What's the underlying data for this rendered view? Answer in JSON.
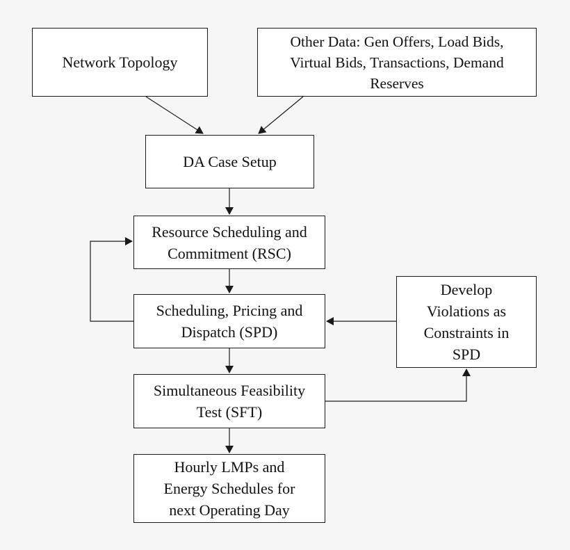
{
  "diagram": {
    "boxes": {
      "network_topology": "Network Topology",
      "other_data": "Other Data: Gen Offers, Load Bids,\nVirtual Bids, Transactions, Demand\nReserves",
      "da_case_setup": "DA Case Setup",
      "rsc": "Resource Scheduling and\nCommitment (RSC)",
      "spd": "Scheduling, Pricing and\nDispatch (SPD)",
      "sft": "Simultaneous Feasibility\nTest (SFT)",
      "lmps": "Hourly LMPs and\nEnergy Schedules for\nnext Operating Day",
      "develop_violations": "Develop\nViolations as\nConstraints in\nSPD"
    },
    "colors": {
      "background": "#f6f6f6",
      "box_fill": "#ffffff",
      "stroke": "#1a1a1a"
    }
  }
}
